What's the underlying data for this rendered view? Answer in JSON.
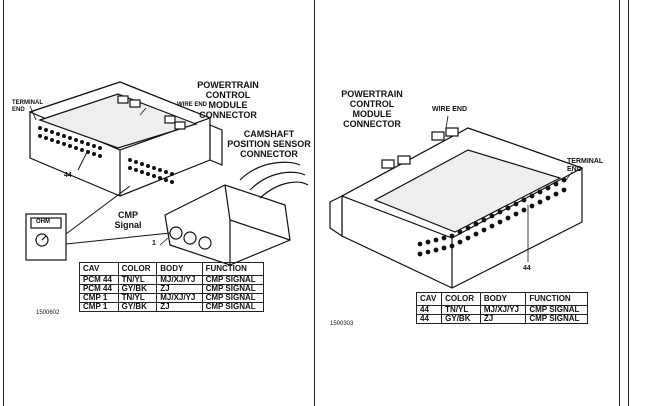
{
  "left": {
    "pcm_title": "POWERTRAIN CONTROL MODULE CONNECTOR",
    "terminal_end": "TERMINAL END",
    "wire_end": "WIRE END",
    "cmp_sensor_title": "CAMSHAFT POSITION SENSOR CONNECTOR",
    "cavity_44": "44",
    "cmp_signal": "CMP Signal",
    "pin_1": "1",
    "meter_label": "OHM",
    "figure_id": "1500602",
    "table": {
      "headers": [
        "CAV",
        "COLOR",
        "BODY",
        "FUNCTION"
      ],
      "rows": [
        [
          "PCM 44",
          "TN/YL",
          "MJ/XJ/YJ",
          "CMP SIGNAL"
        ],
        [
          "PCM 44",
          "GY/BK",
          "ZJ",
          "CMP SIGNAL"
        ],
        [
          "CMP 1",
          "TN/YL",
          "MJ/XJ/YJ",
          "CMP SIGNAL"
        ],
        [
          "CMP 1",
          "GY/BK",
          "ZJ",
          "CMP SIGNAL"
        ]
      ]
    }
  },
  "right": {
    "pcm_title": "POWERTRAIN CONTROL MODULE CONNECTOR",
    "wire_end": "WIRE END",
    "terminal_end": "TERMINAL END",
    "cavity_44": "44",
    "figure_id": "1500303",
    "table": {
      "headers": [
        "CAV",
        "COLOR",
        "BODY",
        "FUNCTION"
      ],
      "rows": [
        [
          "44",
          "TN/YL",
          "MJ/XJ/YJ",
          "CMP SIGNAL"
        ],
        [
          "44",
          "GY/BK",
          "ZJ",
          "CMP SIGNAL"
        ]
      ]
    }
  }
}
